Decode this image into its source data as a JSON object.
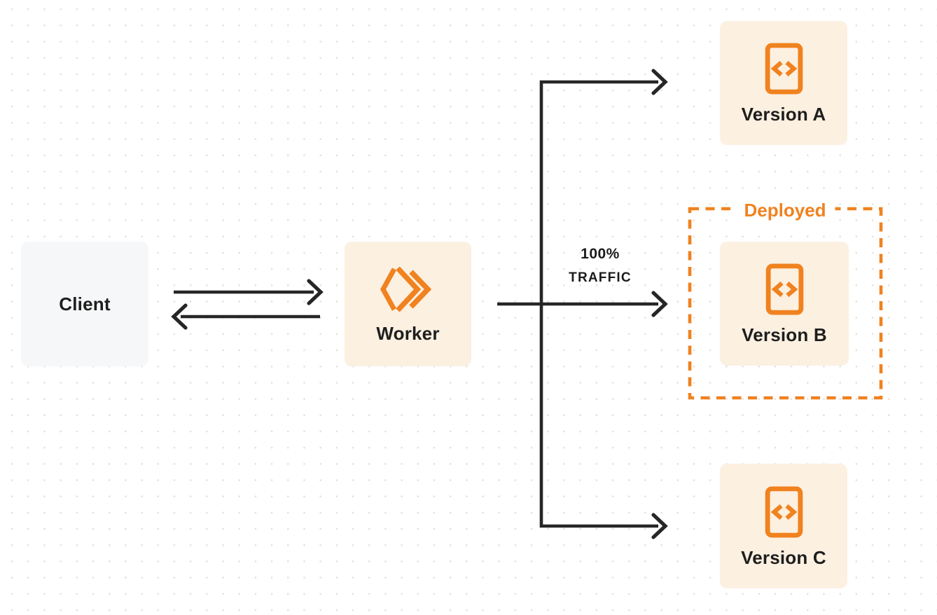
{
  "diagram": {
    "nodes": {
      "client": {
        "label": "Client"
      },
      "worker": {
        "label": "Worker"
      },
      "version_a": {
        "label": "Version A"
      },
      "version_b": {
        "label": "Version B"
      },
      "version_c": {
        "label": "Version C"
      }
    },
    "traffic_annotation": {
      "line1": "100%",
      "line2": "TRAFFIC"
    },
    "deployed_annotation": {
      "label": "Deployed"
    },
    "icons": {
      "worker_icon": "cloudflare-workers-icon",
      "version_icon": "code-file-icon"
    },
    "colors": {
      "accent_orange": "#F0821F",
      "node_cream_bg": "#FCF0E1",
      "client_gray_bg": "#F6F7F8",
      "arrow_dark": "#262626",
      "label_text": "#1E1E1E",
      "grid_dot": "#E3E1DE"
    }
  }
}
